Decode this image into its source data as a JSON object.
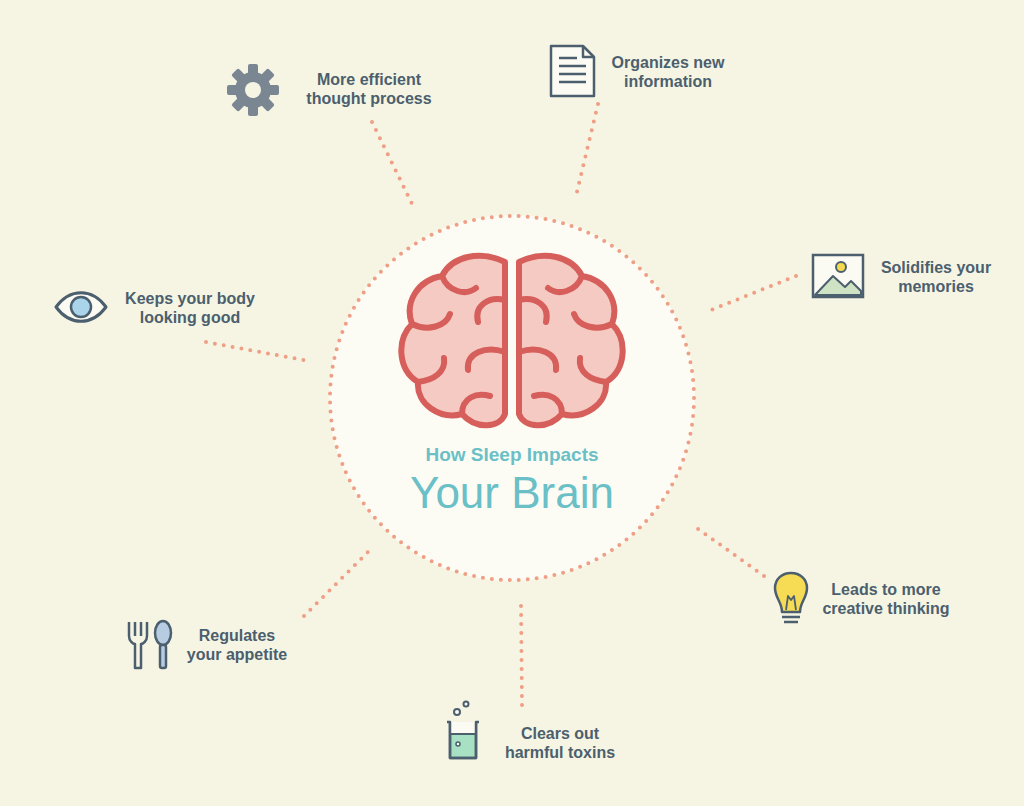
{
  "diagram": {
    "nodes": [
      {
        "text": [
          "How Sleep Impacts",
          "Your Brain"
        ]
      }
    ],
    "labels": [
      "Organizes new information",
      "More efficient thought process",
      "Solidifies your memories",
      "Keeps your body looking good",
      "Leads to more creative thinking",
      "Regulates your appetite",
      "Clears out harmful toxins"
    ]
  }
}
